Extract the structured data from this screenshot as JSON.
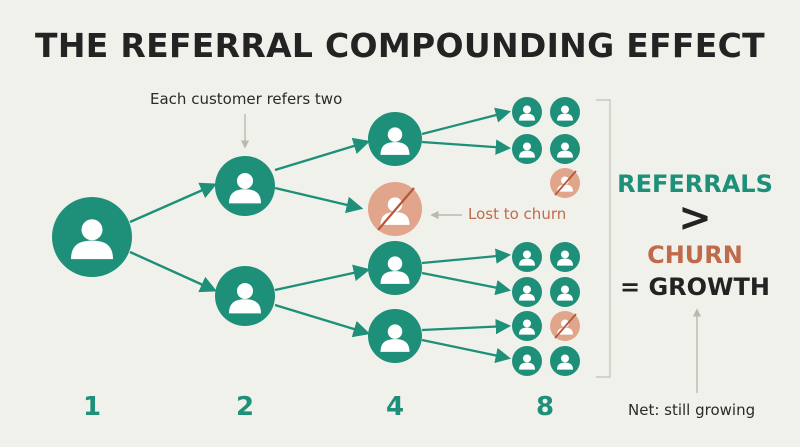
{
  "title": "THE REFERRAL COMPOUNDING EFFECT",
  "annotations": {
    "refers_two": "Each customer refers two",
    "lost_to_churn": "Lost to churn",
    "net": "Net: still growing"
  },
  "generations": [
    "1",
    "2",
    "4",
    "8"
  ],
  "equation": {
    "referrals": "REFERRALS",
    "operator": ">",
    "churn": "CHURN",
    "result": "= GROWTH"
  },
  "colors": {
    "teal": "#1e8f78",
    "churn": "#e0a58a",
    "churn_text": "#c06a4c",
    "text": "#232323"
  }
}
